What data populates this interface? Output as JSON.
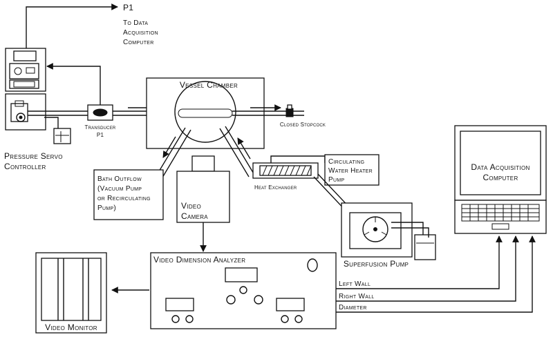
{
  "labels": {
    "p1": "P1",
    "to_daq": [
      "To Data",
      "Acquisition",
      "Computer"
    ],
    "vessel_chamber": "Vessel Chamber",
    "transducer": [
      "Transducer",
      "P1"
    ],
    "closed_stopcock": "Closed Stopcock",
    "pressure_servo": [
      "Pressure Servo",
      "Controller"
    ],
    "bath_outflow": [
      "Bath Outflow",
      "(Vacuum Pump",
      "or Recirculating",
      "Pump)"
    ],
    "video_camera": [
      "Video",
      "Camera"
    ],
    "heat_exchanger": "Heat Exchanger",
    "circulating_pump": [
      "Circulating",
      "Water Heater",
      "Pump"
    ],
    "data_acq_computer": [
      "Data Acquisition",
      "Computer"
    ],
    "superfusion_pump": "Superfusion Pump",
    "video_dimension_analyzer": "Video Dimension Analyzer",
    "video_monitor": "Video Monitor",
    "left_wall": "Left Wall",
    "right_wall": "Right Wall",
    "diameter": "Diameter"
  }
}
